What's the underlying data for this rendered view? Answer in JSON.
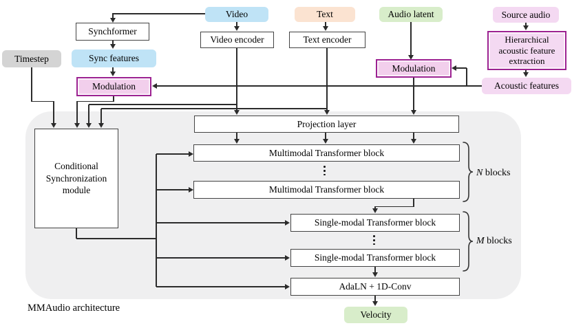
{
  "figure": {
    "caption": "MMAudio architecture",
    "colors": {
      "blue": "#bfe3f6",
      "peach": "#fbe3d1",
      "green": "#d8edca",
      "pink": "#f4d9f2",
      "chip_gray": "#d4d4d4",
      "panel_gray": "#efeff0",
      "modulation_fill": "#f2cfec",
      "magenta": "#9c2191",
      "line": "#2b2b2b"
    },
    "nodes": {
      "video": "Video",
      "text": "Text",
      "audio_latent": "Audio latent",
      "source_audio": "Source audio",
      "timestep": "Timestep",
      "synchformer": "Synchformer",
      "video_encoder": "Video encoder",
      "text_encoder": "Text encoder",
      "sync_features": "Sync features",
      "modulation_sync": "Modulation",
      "modulation_audio": "Modulation",
      "hierarchical": "Hierarchical acoustic feature extraction",
      "acoustic_features": "Acoustic features",
      "cond_sync_module": "Conditional Synchronization module",
      "projection_layer": "Projection layer",
      "multimodal_block": "Multimodal Transformer block",
      "single_modal_block": "Single-modal Transformer block",
      "adaln": "AdaLN + 1D-Conv",
      "velocity": "Velocity"
    },
    "annotations": {
      "n_var": "N",
      "n_rest": " blocks",
      "m_var": "M",
      "m_rest": " blocks"
    }
  }
}
